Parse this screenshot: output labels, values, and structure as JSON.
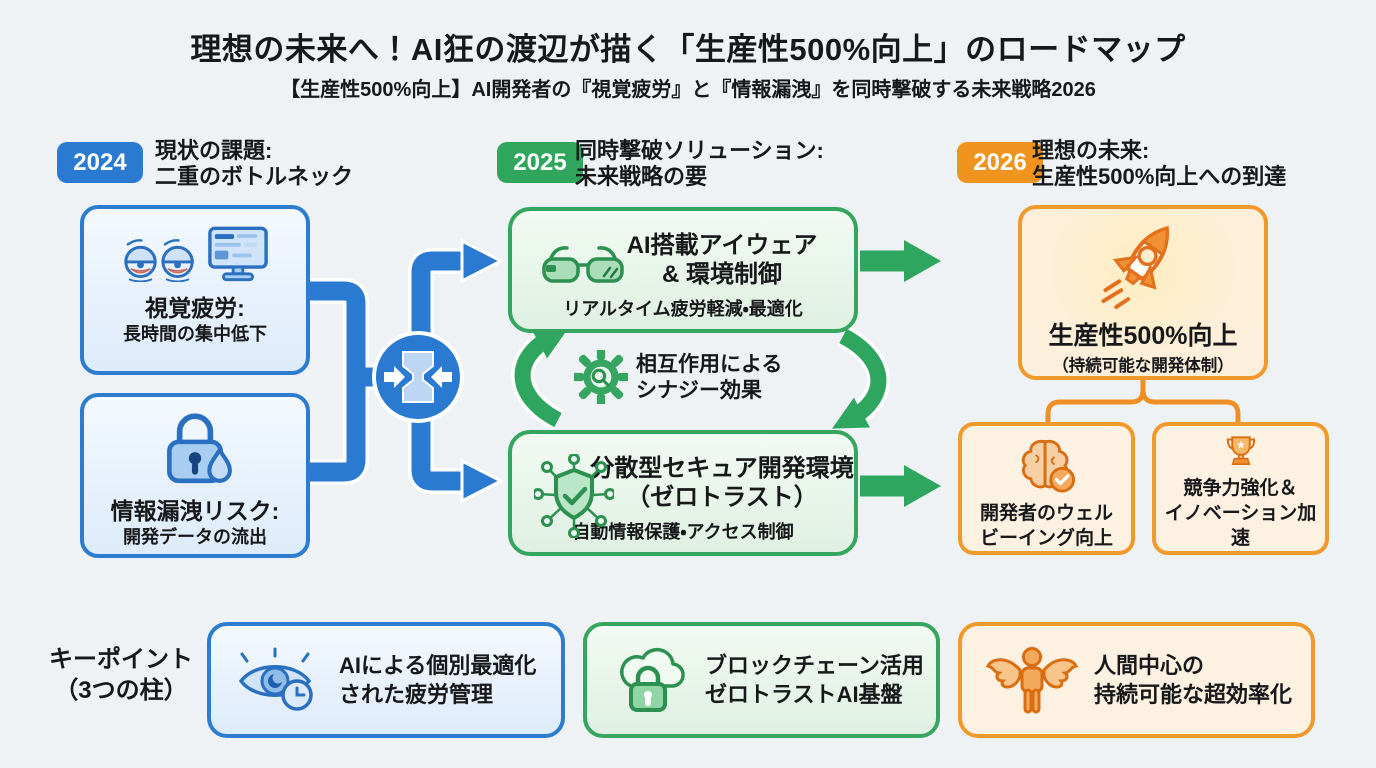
{
  "title": "理想の未来へ！AI狂の渡辺が描く「生産性500%向上」のロードマップ",
  "subtitle": "【生産性500%向上】AI開発者の『視覚疲労』と『情報漏洩』を同時撃破する未来戦略2026",
  "colors": {
    "blue": "#2b7ad2",
    "green": "#2fa65c",
    "orange": "#f0941f",
    "background": "#eef2f5"
  },
  "columns": {
    "c2024": {
      "year": "2024",
      "label1": "現状の課題:",
      "label2": "二重のボトルネック"
    },
    "c2025": {
      "year": "2025",
      "label1": "同時撃破ソリューション:",
      "label2": "未来戦略の要"
    },
    "c2026": {
      "year": "2026",
      "label1": "理想の未来:",
      "label2": "生産性500%向上への到達"
    }
  },
  "problems": {
    "visual_fatigue": {
      "icon": "tired-eyes + monitor",
      "title": "視覚疲労:",
      "desc": "長時間の集中低下"
    },
    "info_leak": {
      "icon": "lock-droplet",
      "title": "情報漏洩リスク:",
      "desc": "開発データの流出"
    }
  },
  "solutions": {
    "eyewear": {
      "icon": "smart-glasses",
      "title1": "AI搭載アイウェア",
      "title2": "& 環境制御",
      "desc": "リアルタイム疲労軽減・最適化"
    },
    "synergy": {
      "icon": "gear-magnifier",
      "line1": "相互作用による",
      "line2": "シナジー効果"
    },
    "secure_env": {
      "icon": "shield-network",
      "title1": "分散型セキュア開発環境",
      "title2": "（ゼロトラスト）",
      "desc": "自動情報保護・アクセス制御"
    }
  },
  "outcomes": {
    "productivity": {
      "icon": "rocket",
      "title": "生産性500%向上",
      "desc": "（持続可能な開発体制）"
    },
    "wellbeing": {
      "icon": "brain-check",
      "line1": "開発者のウェル",
      "line2": "ビーイング向上"
    },
    "competitive": {
      "icon": "trophy",
      "line1": "競争力強化＆",
      "line2": "イノベーション加速"
    }
  },
  "keypoints": {
    "label1": "キーポイント",
    "label2": "（3つの柱）",
    "kp1": {
      "icon": "eye-clock",
      "line1": "AIによる個別最適化",
      "line2": "された疲労管理"
    },
    "kp2": {
      "icon": "cloud-lock",
      "line1": "ブロックチェーン活用",
      "line2": "ゼロトラストAI基盤"
    },
    "kp3": {
      "icon": "winged-person",
      "line1": "人間中心の",
      "line2": "持続可能な超効率化"
    }
  }
}
